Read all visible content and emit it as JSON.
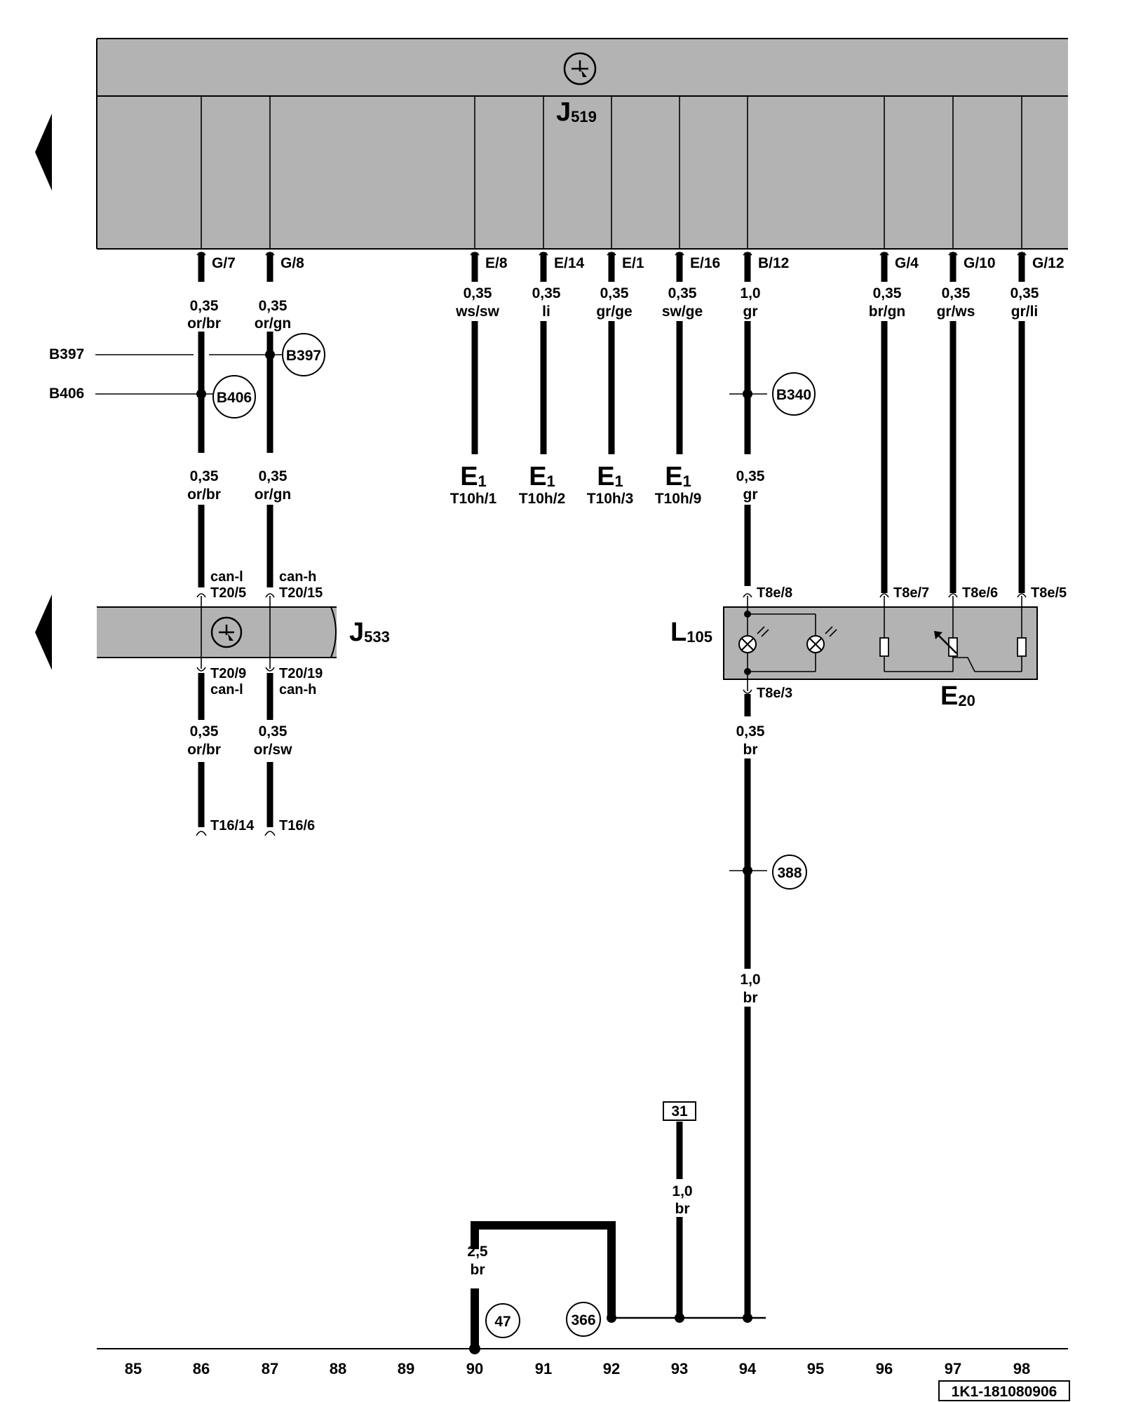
{
  "diagram": {
    "modules": {
      "j519": {
        "letter": "J",
        "sub": "519"
      },
      "j533": {
        "letter": "J",
        "sub": "533"
      },
      "l105": {
        "letter": "L",
        "sub": "105"
      },
      "e20": {
        "letter": "E",
        "sub": "20"
      }
    },
    "pins_top": [
      {
        "label": "G/7"
      },
      {
        "label": "G/8"
      },
      {
        "label": "E/8"
      },
      {
        "label": "E/14"
      },
      {
        "label": "E/1"
      },
      {
        "label": "E/16"
      },
      {
        "label": "B/12"
      },
      {
        "label": "G/4"
      },
      {
        "label": "G/10"
      },
      {
        "label": "G/12"
      }
    ],
    "wires_top": [
      {
        "size": "0,35",
        "color": "or/br"
      },
      {
        "size": "0,35",
        "color": "or/gn"
      },
      {
        "size": "0,35",
        "color": "ws/sw"
      },
      {
        "size": "0,35",
        "color": "li"
      },
      {
        "size": "0,35",
        "color": "gr/ge"
      },
      {
        "size": "0,35",
        "color": "sw/ge"
      },
      {
        "size": "1,0",
        "color": "gr"
      },
      {
        "size": "0,35",
        "color": "br/gn"
      },
      {
        "size": "0,35",
        "color": "gr/ws"
      },
      {
        "size": "0,35",
        "color": "gr/li"
      }
    ],
    "wires_mid": [
      {
        "size": "0,35",
        "color": "or/br"
      },
      {
        "size": "0,35",
        "color": "or/gn"
      },
      {
        "size": "0,35",
        "color": "gr"
      }
    ],
    "e1_targets": [
      {
        "letter": "E",
        "sub": "1",
        "pin": "T10h/1"
      },
      {
        "letter": "E",
        "sub": "1",
        "pin": "T10h/2"
      },
      {
        "letter": "E",
        "sub": "1",
        "pin": "T10h/3"
      },
      {
        "letter": "E",
        "sub": "1",
        "pin": "T10h/9"
      }
    ],
    "refs": {
      "b397_left": "B397",
      "b406_left": "B406",
      "b397_circle": "B397",
      "b406_circle": "B406",
      "b340_circle": "B340",
      "c388": "388",
      "c47": "47",
      "c366": "366"
    },
    "j533_in": [
      {
        "sig": "can-l",
        "pin": "T20/5"
      },
      {
        "sig": "can-h",
        "pin": "T20/15"
      }
    ],
    "j533_out": [
      {
        "pin": "T20/9",
        "sig": "can-l"
      },
      {
        "pin": "T20/19",
        "sig": "can-h"
      }
    ],
    "wires_low": [
      {
        "size": "0,35",
        "color": "or/br"
      },
      {
        "size": "0,35",
        "color": "or/sw"
      }
    ],
    "t16": [
      "T16/14",
      "T16/6"
    ],
    "l105_pins_top": [
      "T8e/8",
      "T8e/7",
      "T8e/6",
      "T8e/5"
    ],
    "l105_pin_bottom": "T8e/3",
    "wire_br_035": {
      "size": "0,35",
      "color": "br"
    },
    "wire_br_10": {
      "size": "1,0",
      "color": "br"
    },
    "term31": "31",
    "wire_93": {
      "size": "1,0",
      "color": "br"
    },
    "wire_90": {
      "size": "2,5",
      "color": "br"
    },
    "ruler": [
      "85",
      "86",
      "87",
      "88",
      "89",
      "90",
      "91",
      "92",
      "93",
      "94",
      "95",
      "96",
      "97",
      "98"
    ],
    "doc_id": "1K1-181080906"
  }
}
